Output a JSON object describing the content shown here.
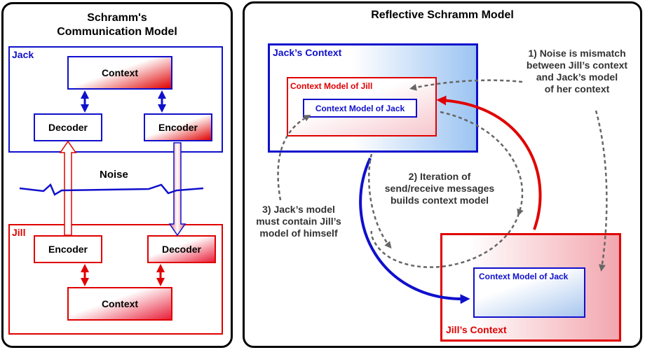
{
  "left": {
    "title_line1": "Schramm's",
    "title_line2": "Communication Model",
    "jack": {
      "label": "Jack",
      "context": "Context",
      "decoder": "Decoder",
      "encoder": "Encoder"
    },
    "noise": "Noise",
    "jill": {
      "label": "Jill",
      "encoder": "Encoder",
      "decoder": "Decoder",
      "context": "Context"
    }
  },
  "right": {
    "title": "Reflective Schramm Model",
    "jacks_context": "Jack’s Context",
    "context_model_of_jill": "Context Model of Jill",
    "context_model_of_jack_inner": "Context Model of Jack",
    "jills_context": "Jill’s Context",
    "context_model_of_jack_jill": "Context Model of Jack",
    "note1": [
      "1) Noise is mismatch",
      "between Jill’s context",
      "and Jack’s model",
      "of her context"
    ],
    "note2": [
      "2) Iteration of",
      "send/receive messages",
      "builds context model"
    ],
    "note3": [
      "3) Jack’s model",
      "must contain Jill’s",
      "model of himself"
    ]
  },
  "colors": {
    "jack": "#1010cc",
    "jill": "#e00000",
    "annotation_arrow": "#666666"
  }
}
